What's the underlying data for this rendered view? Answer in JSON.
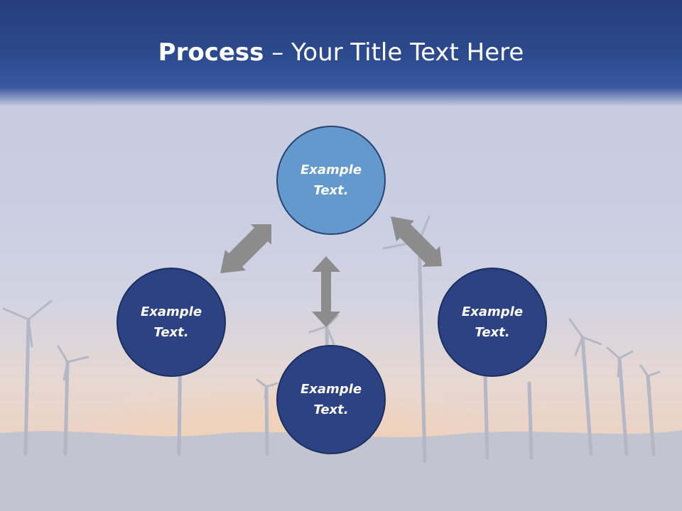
{
  "title": {
    "bold": "Process",
    "separator": " – ",
    "rest": "Your Title Text Here"
  },
  "nodes": {
    "top": "Example Text.",
    "left": "Example Text.",
    "right": "Example Text.",
    "bottom": "Example Text."
  },
  "colors": {
    "header": "#2d4b8f",
    "node_dark": "#2c4282",
    "node_light": "#6399cc",
    "arrow": "#8c8c8c"
  },
  "background": "wind turbines at dusk",
  "arrow_icon": "double-headed-arrow"
}
